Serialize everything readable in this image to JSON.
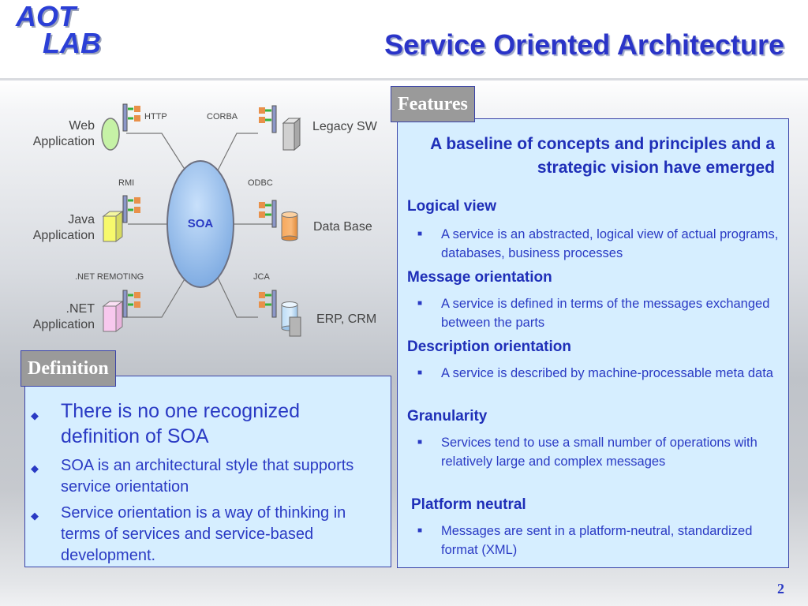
{
  "logo": {
    "line1": "AOT",
    "line2": "LAB"
  },
  "title": "Service Oriented Architecture",
  "diagram": {
    "center": "SOA",
    "nodes": {
      "web": "Web\nApplication",
      "java": "Java\nApplication",
      "net": ".NET\nApplication",
      "legacy": "Legacy SW",
      "database": "Data Base",
      "erp": "ERP, CRM"
    },
    "protocols": {
      "http": "HTTP",
      "corba": "CORBA",
      "rmi": "RMI",
      "odbc": "ODBC",
      "net_remoting": ".NET REMOTING",
      "jca": "JCA"
    }
  },
  "features": {
    "label": "Features",
    "intro": "A baseline of concepts and principles and a strategic vision have emerged",
    "sections": [
      {
        "title": "Logical view",
        "bullet": "A service is an abstracted, logical view of actual programs, databases, business processes"
      },
      {
        "title": "Message orientation",
        "bullet": "A service is defined in terms of the messages exchanged between the parts"
      },
      {
        "title": "Description orientation",
        "bullet": "A service is described by machine-processable meta data"
      },
      {
        "title": "Granularity",
        "bullet": "Services tend to use a small number of operations with relatively large and complex messages"
      },
      {
        "title": "Platform neutral",
        "bullet": "Messages are sent in a platform-neutral, standardized format (XML)"
      }
    ]
  },
  "definition": {
    "label": "Definition",
    "items": [
      "There is no one recognized definition of SOA",
      "SOA is an architectural style that supports service orientation",
      "Service orientation is a way of thinking in terms of services and service-based development."
    ]
  },
  "page_number": "2",
  "colors": {
    "title_blue": "#2a34c8",
    "text_blue": "#2a3ac4",
    "panel_fill": "#d6eeff",
    "label_gray": "#9a9a9a",
    "soa_ellipse": "#8fb8e8"
  }
}
